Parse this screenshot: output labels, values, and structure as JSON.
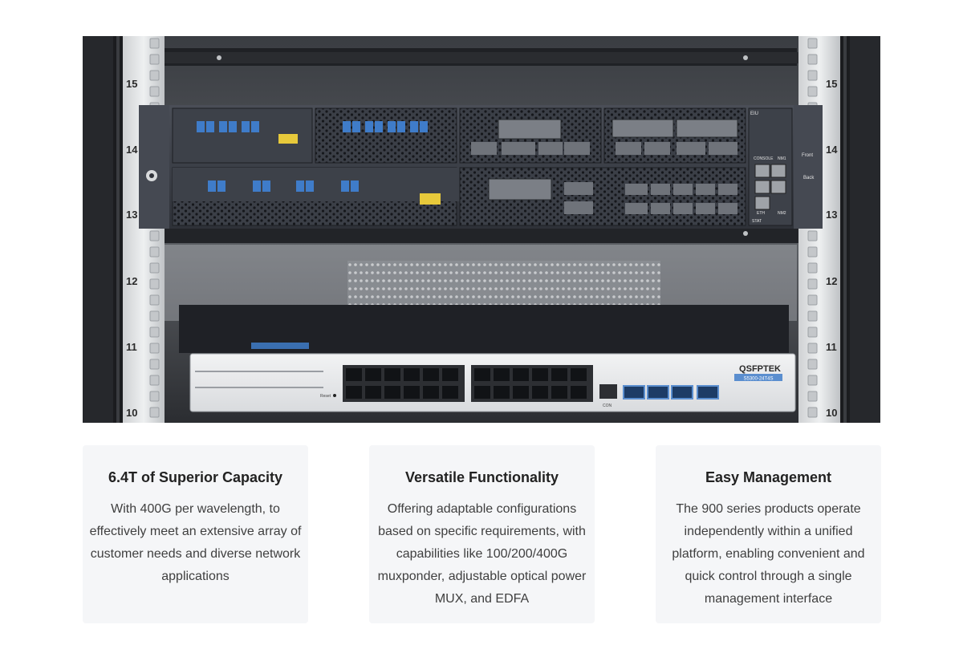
{
  "photo": {
    "rack_unit_numbers": [
      "15",
      "14",
      "13",
      "12",
      "11",
      "10"
    ],
    "device_labels": {
      "otn_brand": "EIU",
      "console": "CONSOLE",
      "nm1": "NM1",
      "nm2": "NM2",
      "eth": "ETH",
      "front": "Front",
      "back": "Back",
      "stat": "STAT",
      "switch_brand": "QSFPTEK",
      "switch_model": "S5300-24T4S",
      "reset": "Reset",
      "con": "CON"
    }
  },
  "features": [
    {
      "title": "6.4T of Superior Capacity",
      "description": "With 400G per wavelength, to effectively meet an extensive array of customer needs and diverse network applications"
    },
    {
      "title": "Versatile Functionality",
      "description": "Offering adaptable configurations based on specific requirements, with capabilities like 100/200/400G muxponder, adjustable optical power MUX, and EDFA"
    },
    {
      "title": "Easy Management",
      "description": "The 900 series products operate independently within a unified platform, enabling convenient and quick control through a single management interface"
    }
  ]
}
